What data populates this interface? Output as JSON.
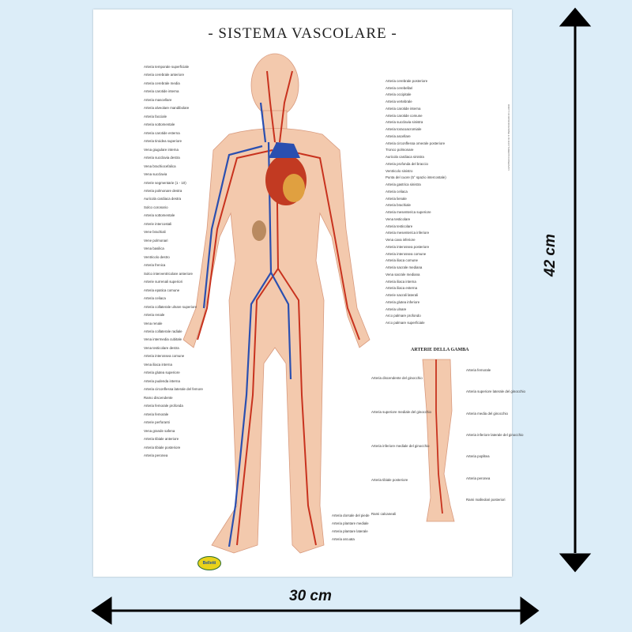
{
  "poster": {
    "title": "- SISTEMA VASCOLARE -",
    "legend_title": "ARTERIE DELLA GAMBA",
    "brand": "Belletti",
    "side_text": "DIRITTI DI RIPRODUZIONE E DI ADATTAMENTO RISERVATI"
  },
  "dimensions": {
    "width": "30 cm",
    "height": "42 cm"
  },
  "labels_left": [
    "Arteria temporale superficiale",
    "Arteria cerebrale anteriore",
    "Arteria cerebrale media",
    "Arteria carotide interna",
    "Arteria mascellare",
    "Arteria alveolare mandibolare",
    "Arteria facciale",
    "Arteria sottomentale",
    "Arteria carotide esterna",
    "Arteria tiroidea superiore",
    "Vena giugulare interna",
    "Arteria succlavia destra",
    "Vena brachiocefalica",
    "Vena succlavia",
    "Arterie segmentarie (1 - 10)",
    "Arteria polmonare destra",
    "Auricola cardiaca destra",
    "Solco coronario",
    "Arteria sottomentale",
    "Arterie intercostali",
    "Vene brachiali",
    "Vene polmonari",
    "Vena basilica",
    "Ventricolo destro",
    "Arteria frenica",
    "Solco interventricolare anteriore",
    "Arterie surrenali superiori",
    "Arteria epatica comune",
    "Arteria celiaca",
    "Arteria collaterale ulnare superiore",
    "Arteria renale",
    "Vena renale",
    "Arteria collaterale radiale",
    "Vena intermedia cubitale",
    "Vena testicolare destra",
    "Arteria interossea comune",
    "Vena iliaca interna",
    "Arteria glutea superiore",
    "Arteria pudenda interna",
    "Arteria circonflessa laterale del femore",
    "Ramo discendente",
    "Arteria femorale profonda",
    "Arteria femorale",
    "Arterie perforanti",
    "Vena grande safena",
    "Arteria tibiale anteriore",
    "Arteria tibiale posteriore",
    "Arteria peronea"
  ],
  "labels_right": [
    "Arteria cerebrale posteriore",
    "Arteria cerebellari",
    "Arteria occipitale",
    "Arteria vertebrale",
    "Arteria carotide interna",
    "Arteria carotide comune",
    "Arteria succlavia sinistra",
    "Arteria toracoacromiale",
    "Arteria ascellare",
    "Arteria circonflessa omerale posteriore",
    "Tronco polmonare",
    "Auricola cardiaca sinistra",
    "Arteria profonda del braccio",
    "Ventricolo sinistro",
    "Punta del cuore (5° spazio intercostale)",
    "Arteria gastrica sinistra",
    "Arteria celiaca",
    "Arteria lienale",
    "Arteria brachiale",
    "Arteria mesenterica superiore",
    "Vena testicolare",
    "Arteria testicolare",
    "Arteria mesenterica inferiore",
    "Vena cava inferiore",
    "Arteria interossea posteriore",
    "Arteria interossea comune",
    "Arteria iliaca comune",
    "Arteria sacrale mediana",
    "Vena sacrale mediana",
    "Arteria iliaca interna",
    "Arteria iliaca esterna",
    "Arterie sacrali laterali",
    "Arteria glutea inferiore",
    "Arteria ulnare",
    "Arco palmare profondo",
    "Arco palmare superficiale"
  ],
  "labels_bottom": [
    "Arteria dorsale del piede",
    "Arteria plantare mediale",
    "Arteria plantare laterale",
    "Arteria arcuata"
  ],
  "leg_left": [
    "Arteria discendente del ginocchio",
    "Arteria superiore mediale del ginocchio",
    "Arteria inferiore mediale del ginocchio",
    "Arteria tibiale posteriore",
    "Rami calcaneali"
  ],
  "leg_right": [
    "Arteria femorale",
    "Arteria superiore laterale del ginocchio",
    "Arteria media del ginocchio",
    "Arteria inferiore laterale del ginocchio",
    "Arteria poplitea",
    "Arteria peronea",
    "Rami malleolari posteriori"
  ],
  "colors": {
    "background": "#dcedf8",
    "artery": "#c8321e",
    "vein": "#2a4fb0",
    "skin": "#f3c9ad"
  }
}
